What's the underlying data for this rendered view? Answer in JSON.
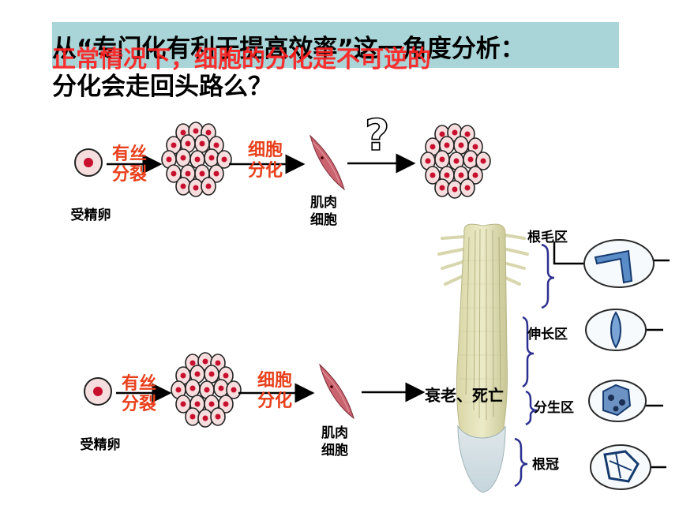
{
  "title": {
    "line1": "从“专门化有利于提高效率”这一角度分析：",
    "line2": "分化会走回头路么？",
    "overlay": "正常情况下，细胞的分化是不可逆的"
  },
  "row1": {
    "zygote_label": "受精卵",
    "mitosis_label": "有丝\n分裂",
    "differentiation_label": "细胞\n分化",
    "muscle_label": "肌肉\n细胞",
    "question_mark": "?"
  },
  "row2": {
    "zygote_label": "受精卵",
    "mitosis_label": "有丝\n分裂",
    "differentiation_label": "细胞\n分化",
    "muscle_label": "肌肉\n细胞",
    "outcome_label": "衰老、死亡"
  },
  "root_zones": {
    "root_hair": "根毛区",
    "elongation": "伸长区",
    "meristem": "分生区",
    "root_cap": "根冠"
  },
  "colors": {
    "title_highlight": "#a9d5d8",
    "red_text": "#e8401c",
    "overlay_red": "#ff2020",
    "brace_blue": "#2b2f8f",
    "cell_fill": "#f6dede",
    "nucleus": "#c8102e"
  }
}
